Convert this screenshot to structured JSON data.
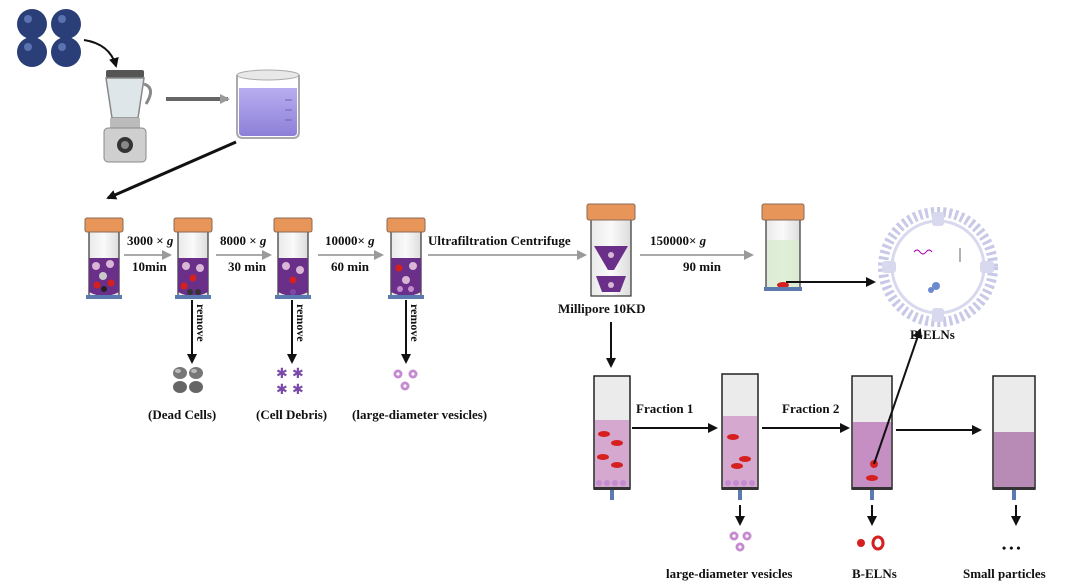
{
  "steps": {
    "step1": {
      "speed": "3000 ×",
      "g": "g",
      "time": "10min"
    },
    "step2": {
      "speed": "8000 ×",
      "g": "g",
      "time": "30 min"
    },
    "step3": {
      "speed": "10000×",
      "g": "g",
      "time": "60 min"
    },
    "step4": {
      "label": "Ultrafiltration Centrifuge"
    },
    "step5": {
      "speed": "150000×",
      "g": "g",
      "time": "90 min"
    }
  },
  "remove_label": "remove",
  "removed": {
    "dead_cells": "(Dead Cells)",
    "cell_debris": "(Cell Debris)",
    "large_vesicles": "(large-diameter vesicles)"
  },
  "filter_label": "Millipore 10KD",
  "product_label": "B-ELNs",
  "fractions": {
    "fraction1": "Fraction 1",
    "fraction2": "Fraction 2"
  },
  "bottom_labels": {
    "large_vesicles": "large-diameter vesicles",
    "belns": "B-ELNs",
    "small_particles": "Small particles",
    "ellipsis": "• • •"
  },
  "colors": {
    "cap": "#e8955a",
    "cap_stroke": "#8a6a55",
    "liquid": "#9a5aa6",
    "liquid_light": "#d9b6d6",
    "purple_deep": "#4a1c6a",
    "red": "#d62020",
    "blueberry": "#2a3f78",
    "arrow_gray": "#b0b0b0"
  }
}
